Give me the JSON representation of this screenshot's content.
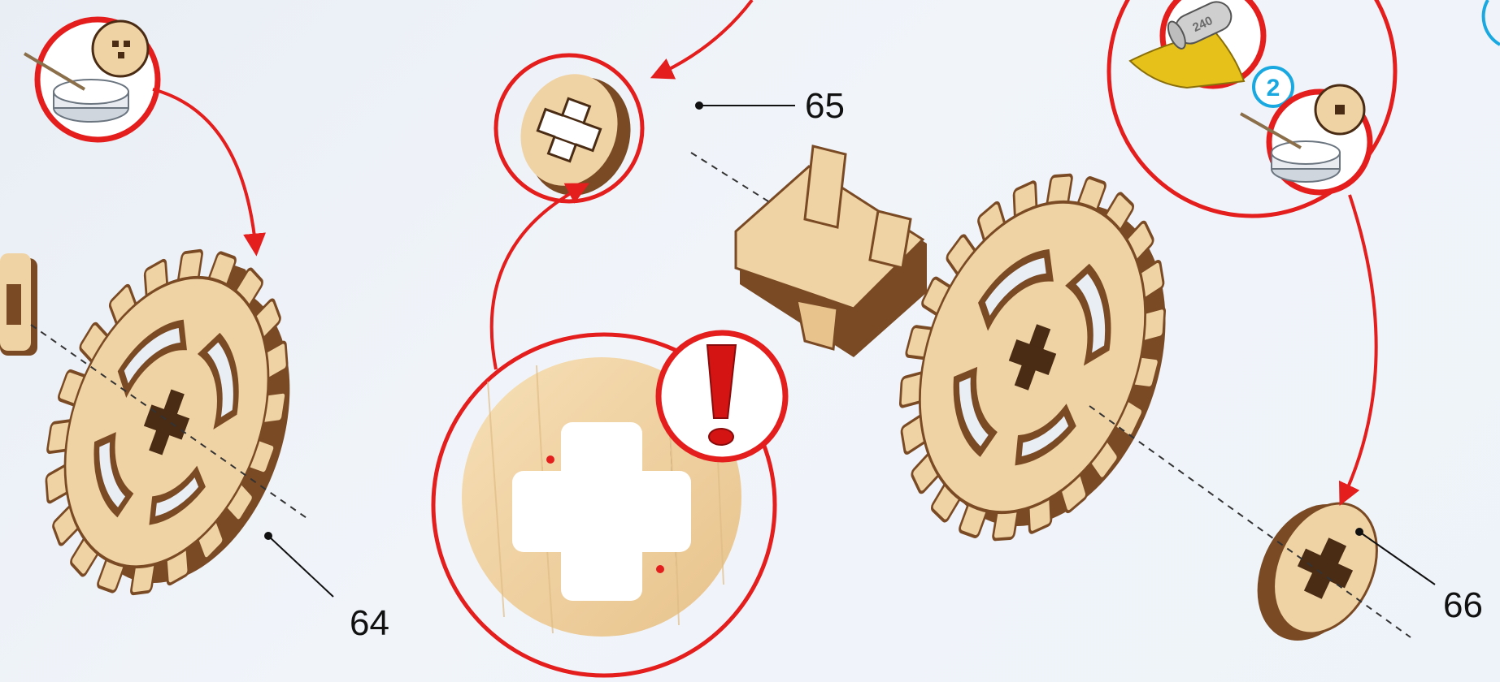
{
  "labels": {
    "part_64": "64",
    "part_65": "65",
    "part_66": "66"
  },
  "steps": {
    "step_2": "2"
  },
  "sandpaper": {
    "grit": "240"
  },
  "colors": {
    "wood_face": "#f0d3a4",
    "wood_edge": "#7a4a24",
    "wood_dark": "#4a2b14",
    "callout_red": "#e41d1d",
    "step_blue": "#1aa8e0",
    "sandpaper_yellow": "#e6c119"
  },
  "icons": [
    "glue-pot-icon",
    "sandpaper-icon",
    "warning-exclamation-icon"
  ]
}
